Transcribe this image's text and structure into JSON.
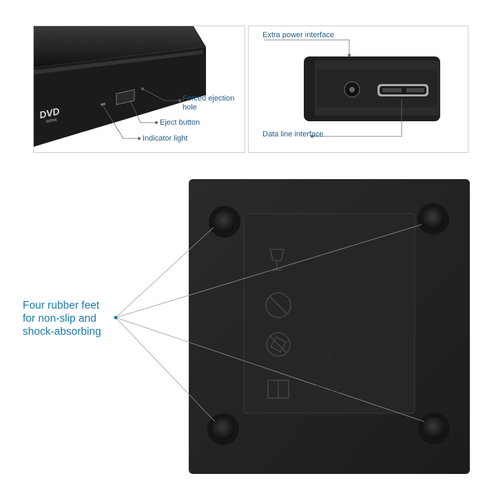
{
  "top_left_callouts": {
    "forced_ejection_hole": "Forced ejection hole",
    "eject_button": "Eject button",
    "indicator_light": "Indicator light",
    "drive_logo": "DVD",
    "drive_logo_sub": "R/RW"
  },
  "top_right_callouts": {
    "extra_power_interface": "Extra power interface",
    "data_line_interface": "Data line interface"
  },
  "main_callout": {
    "text": "Four rubber feet\nfor non-slip and\nshock-absorbing"
  },
  "colors": {
    "callout_text": "#1f5a8a",
    "main_callout_text": "#1979a8",
    "device_body": "#222222",
    "panel_border": "#cfcfcf"
  },
  "label_lines": {
    "fragile": "Fragile\nFragile\nZerbrechlich\n易碎品",
    "no_pressure": "Do not press cover\nNo presionar\nNicht drücken\n請勿重壓",
    "no_drop": "Do not drop\nNo dejar caer\nNicht fallen lassen\n請勿摔落",
    "manual": "Read the manual\nLea el manual\nHandbuch lesen\n請閱讀說明書"
  }
}
